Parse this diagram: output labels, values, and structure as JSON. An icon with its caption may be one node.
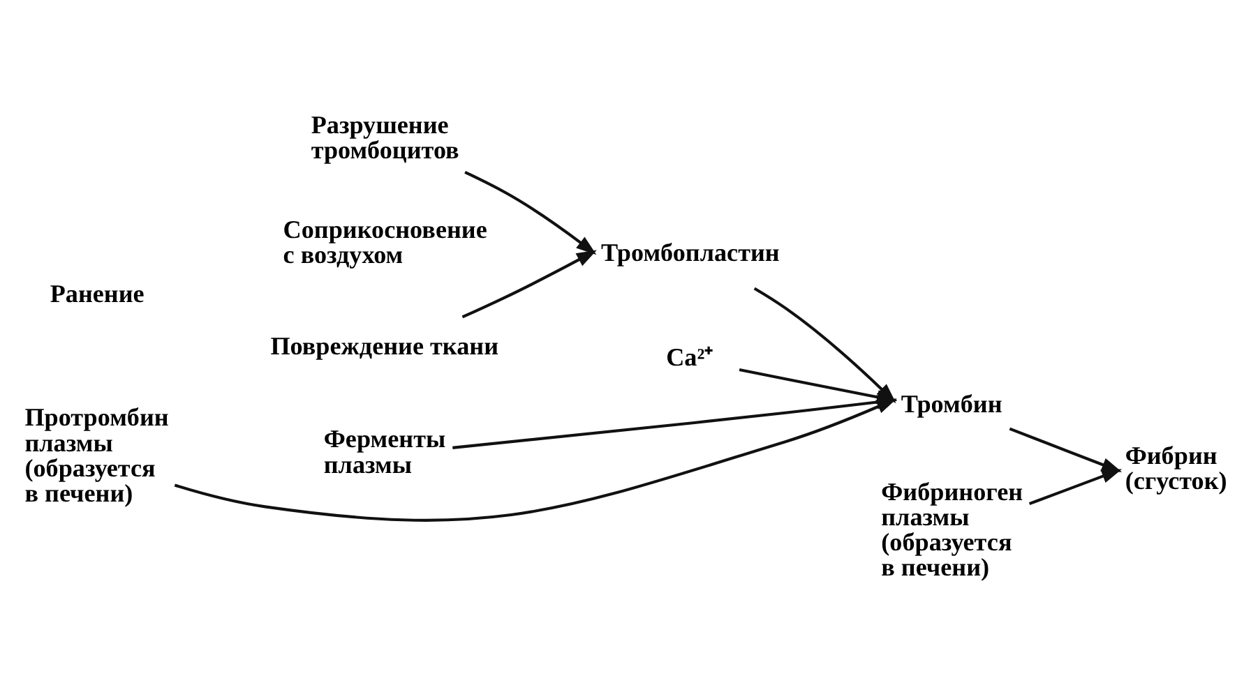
{
  "diagram": {
    "nodes": [
      {
        "text": [
          "Ранение"
        ]
      },
      {
        "text": [
          "Разрушение тромбоцитов"
        ]
      },
      {
        "text": [
          "Соприкосновение с воздухом"
        ]
      },
      {
        "text": [
          "Повреждение ткани"
        ]
      },
      {
        "text": [
          "Тромбопластин"
        ]
      },
      {
        "text": [
          "Протромбин плазмы (образуется в печени)"
        ]
      },
      {
        "text": [
          "Тромбин"
        ]
      },
      {
        "text": [
          "Ферменты плазмы"
        ]
      },
      {
        "text": [
          "Ca²⁺"
        ]
      },
      {
        "text": [
          "Фибриноген плазмы (образуется в печени)"
        ]
      },
      {
        "text": [
          "Фибрин (сгусток)"
        ]
      }
    ],
    "edges": [
      {
        "from": 1,
        "to": 4,
        "arrow": "to"
      },
      {
        "from": 3,
        "to": 4,
        "arrow": "to"
      },
      {
        "from": 4,
        "to": 6,
        "arrow": "to"
      },
      {
        "from": 5,
        "to": 6,
        "arrow": "to"
      },
      {
        "from": 7,
        "to": 6,
        "arrow": "to"
      },
      {
        "from": 8,
        "to": 6,
        "arrow": "to"
      },
      {
        "from": 6,
        "to": 10,
        "arrow": "to"
      },
      {
        "from": 9,
        "to": 10,
        "arrow": "to"
      }
    ]
  }
}
